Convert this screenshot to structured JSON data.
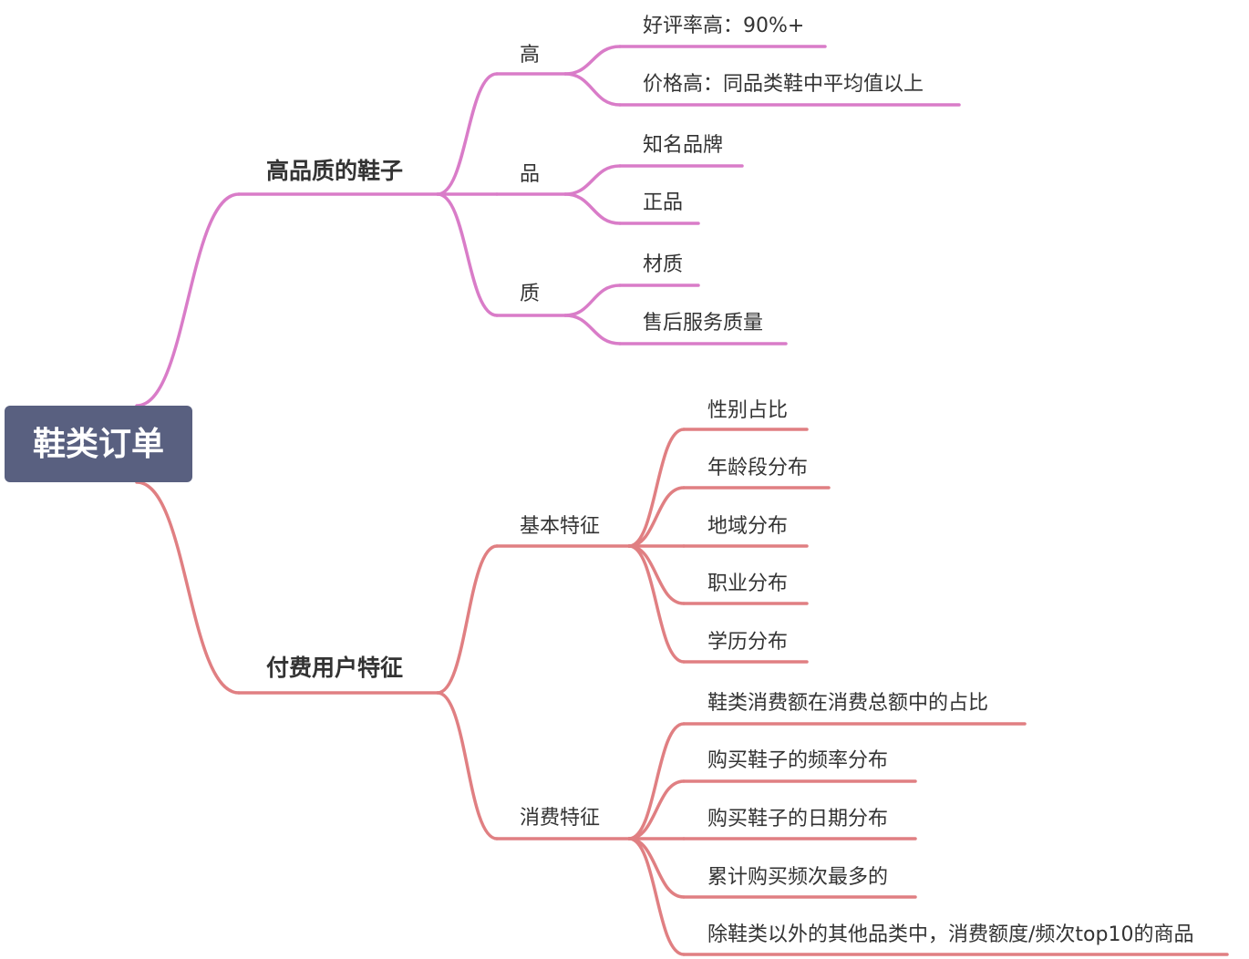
{
  "colors": {
    "root_bg": "#596080",
    "branch_quality": "#d97cc8",
    "branch_users": "#e07f82",
    "text": "#333333"
  },
  "root": {
    "label": "鞋类订单"
  },
  "branches": [
    {
      "id": "quality",
      "label": "高品质的鞋子",
      "children": [
        {
          "label": "高",
          "children": [
            "好评率高：90%+",
            "价格高：同品类鞋中平均值以上"
          ]
        },
        {
          "label": "品",
          "children": [
            "知名品牌",
            "正品"
          ]
        },
        {
          "label": "质",
          "children": [
            "材质",
            "售后服务质量"
          ]
        }
      ]
    },
    {
      "id": "users",
      "label": "付费用户特征",
      "children": [
        {
          "label": "基本特征",
          "children": [
            "性别占比",
            "年龄段分布",
            "地域分布",
            "职业分布",
            "学历分布"
          ]
        },
        {
          "label": "消费特征",
          "children": [
            "鞋类消费额在消费总额中的占比",
            "购买鞋子的频率分布",
            "购买鞋子的日期分布",
            "累计购买频次最多的",
            "除鞋类以外的其他品类中，消费额度/频次top10的商品"
          ]
        }
      ]
    }
  ]
}
